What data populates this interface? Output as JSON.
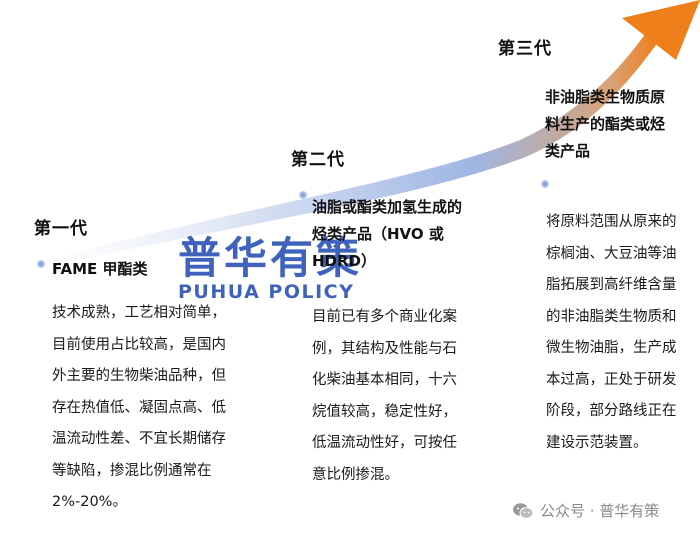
{
  "arrow": {
    "color_start": "#f3f6fb",
    "color_mid": "#9fb6e3",
    "color_end": "#ef7f1a"
  },
  "generations": [
    {
      "title": "第一代",
      "product": [
        "FAME 甲酯类"
      ],
      "description": [
        "技术成熟，工艺相对简单，",
        "目前使用占比较高，是国内",
        "外主要的生物柴油品种，但",
        "存在热值低、凝固点高、低",
        "温流动性差、不宜长期储存",
        "等缺陷，掺混比例通常在",
        "2%-20%。"
      ]
    },
    {
      "title": "第二代",
      "product": [
        "油脂或酯类加氢生成的",
        "烃类产品（HVO 或",
        "HDRD）"
      ],
      "description": [
        "目前已有多个商业化案",
        "例，其结构及性能与石",
        "化柴油基本相同，十六",
        "烷值较高，稳定性好，",
        "低温流动性好，可按任",
        "意比例掺混。"
      ]
    },
    {
      "title": "第三代",
      "product": [
        "非油脂类生物质原",
        "料生产的酯类或烃",
        "类产品"
      ],
      "description": [
        "将原料范围从原来的",
        "棕榈油、大豆油等油",
        "脂拓展到高纤维含量",
        "的非油脂类生物质和",
        "微生物油脂，生产成",
        "本过高，正处于研发",
        "阶段，部分路线正在",
        "建设示范装置。"
      ]
    }
  ],
  "watermark": {
    "cn": "普华有策",
    "en": "PUHUA POLICY"
  },
  "footer": {
    "text": "公众号 · 普华有策",
    "icon": "wechat-icon"
  }
}
